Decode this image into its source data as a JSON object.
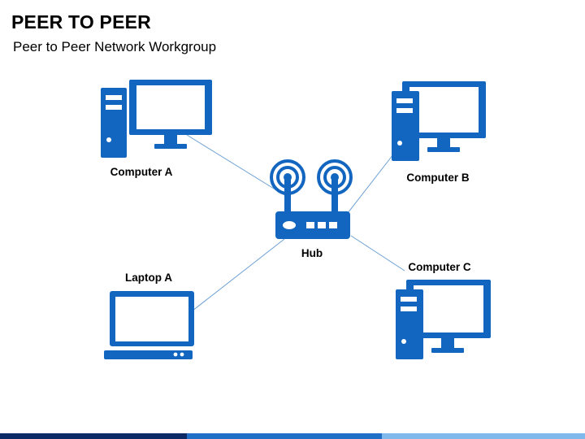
{
  "header": {
    "title": "PEER TO PEER",
    "subtitle": "Peer to Peer Network Workgroup"
  },
  "nodes": {
    "computer_a": {
      "label": "Computer A",
      "icon": "desktop-computer-icon"
    },
    "computer_b": {
      "label": "Computer B",
      "icon": "desktop-computer-icon"
    },
    "computer_c": {
      "label": "Computer C",
      "icon": "desktop-computer-icon"
    },
    "laptop_a": {
      "label": "Laptop A",
      "icon": "laptop-icon"
    },
    "hub": {
      "label": "Hub",
      "icon": "router-icon"
    }
  },
  "connections": [
    [
      "computer_a",
      "hub"
    ],
    [
      "computer_b",
      "hub"
    ],
    [
      "computer_c",
      "hub"
    ],
    [
      "laptop_a",
      "hub"
    ]
  ],
  "colors": {
    "icon": "#1266c0",
    "link": "#6a9fd4",
    "footer": [
      "#0a2a66",
      "#1f6fc6",
      "#7fb8ea"
    ]
  }
}
